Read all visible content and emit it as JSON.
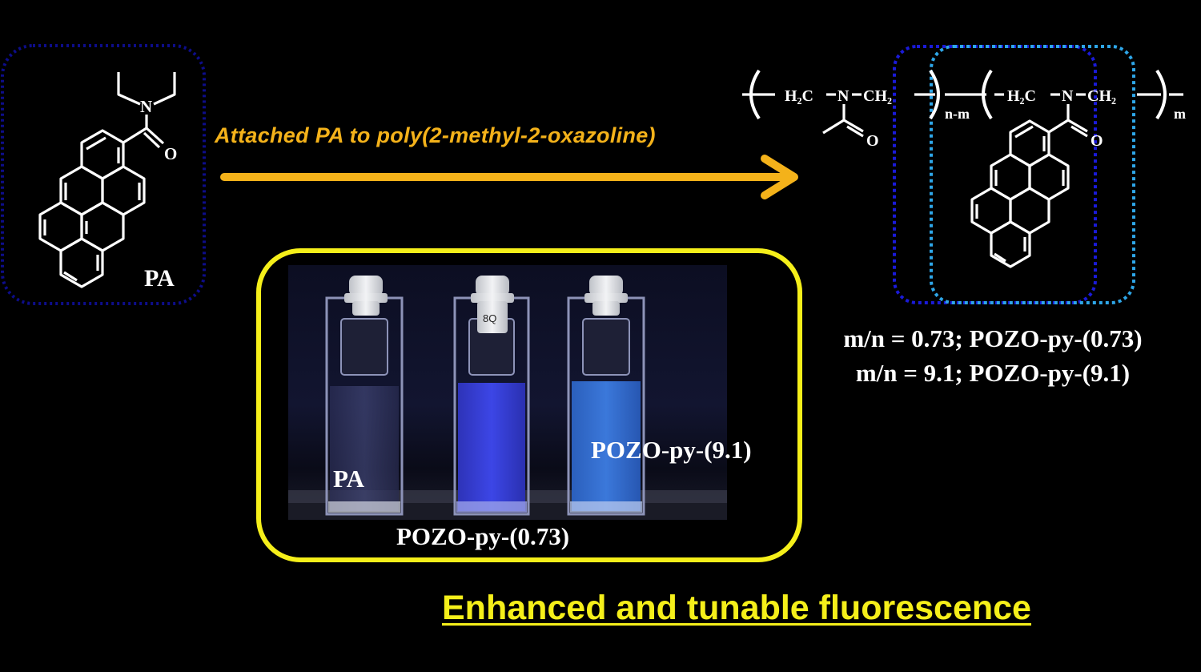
{
  "pa_molecule": {
    "label": "PA",
    "atom_n": "N",
    "atom_o": "O",
    "box_color": "#0d0d8a"
  },
  "reaction_arrow": {
    "label": "Attached  PA to poly(2-methyl-2-oxazoline)",
    "color": "#f4b21a"
  },
  "polymer": {
    "left_unit": {
      "ch2_left": "H₂C",
      "n": "N",
      "ch2_right": "CH₂",
      "o": "O",
      "subscript": "n-m"
    },
    "right_unit": {
      "ch2_left": "H₂C",
      "n": "N",
      "ch2_right": "CH₂",
      "o": "O",
      "subscript": "m"
    },
    "box1_color": "#1a1ad8",
    "box2_color": "#2ea6e8"
  },
  "ratios": {
    "line1": "m/n = 0.73; POZO-py-(0.73)",
    "line2": "m/n = 9.1; POZO-py-(9.1)"
  },
  "photo": {
    "frame_color": "#f5ef1a",
    "cuvette_cap_text": "8Q",
    "labels": {
      "pa": "PA",
      "pozo_073": "POZO-py-(0.73)",
      "pozo_91": "POZO-py-(9.1)"
    }
  },
  "footer": {
    "title": "Enhanced and tunable fluorescence",
    "color": "#f5ef1a"
  }
}
